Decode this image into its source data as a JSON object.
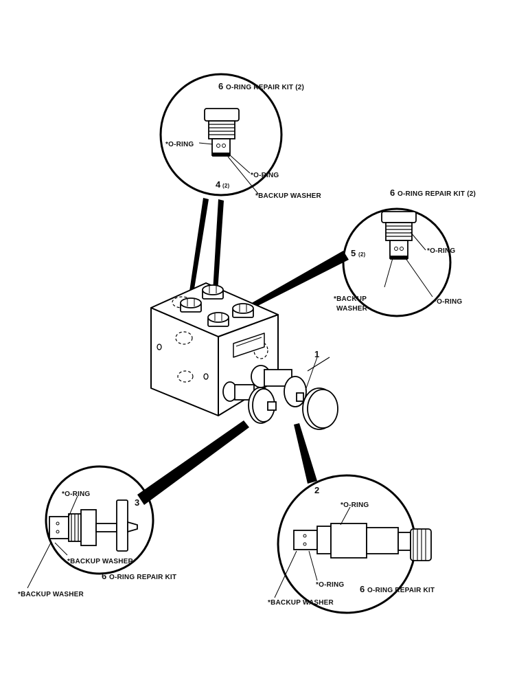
{
  "callouts": {
    "top": {
      "kit_num": "6",
      "kit_label": "O-RING REPAIR KIT (2)",
      "oring_upper": "*O-RING",
      "oring_lower": "*O-RING",
      "item_num": "4",
      "item_qty": "(2)",
      "backup": "*BACKUP WASHER"
    },
    "right": {
      "kit_num": "6",
      "kit_label": "O-RING REPAIR KIT (2)",
      "oring_upper": "*O-RING",
      "item_num": "5",
      "item_qty": "(2)",
      "backup_line1": "*BACKUP",
      "backup_line2": "WASHER",
      "oring_lower": "*O-RING"
    },
    "left": {
      "oring": "*O-RING",
      "item_num": "3",
      "backup_inner": "*BACKUP WASHER",
      "kit_num": "6",
      "kit_label": "O-RING REPAIR KIT",
      "backup_outer": "*BACKUP WASHER"
    },
    "bottom_right": {
      "item_num": "2",
      "oring_upper": "*O-RING",
      "oring_lower": "*O-RING",
      "kit_num": "6",
      "kit_label": "O-RING REPAIR KIT",
      "backup": "*BACKUP WASHER"
    },
    "assembly": {
      "item_num": "1"
    }
  }
}
